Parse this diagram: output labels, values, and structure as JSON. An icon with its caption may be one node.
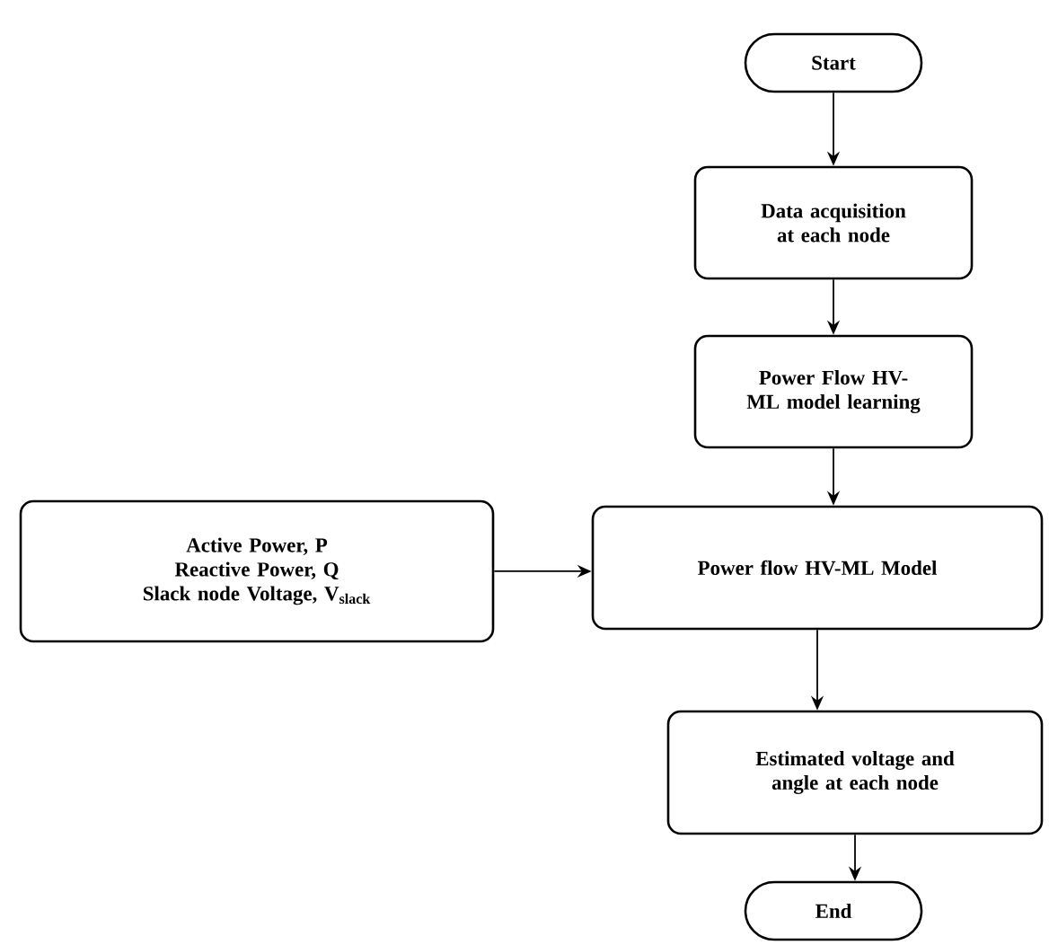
{
  "diagram": {
    "nodes": [
      {
        "text": [
          "Start"
        ]
      },
      {
        "text": [
          "Data acquisition at each node"
        ]
      },
      {
        "text": [
          "Power Flow HV-ML model learning"
        ]
      },
      {
        "text": [
          "Active Power, P",
          "Reactive Power, Q",
          "Slack node Voltage, V$_{slack}$"
        ]
      },
      {
        "text": [
          "Power flow HV-ML Model"
        ]
      },
      {
        "text": [
          "Estimated voltage and angle at each node"
        ]
      },
      {
        "text": [
          "End"
        ]
      }
    ],
    "edges": [
      {
        "from": 0,
        "to": 1,
        "arrow": "to"
      },
      {
        "from": 1,
        "to": 2,
        "arrow": "to"
      },
      {
        "from": 2,
        "to": 4,
        "arrow": "to"
      },
      {
        "from": 3,
        "to": 4,
        "arrow": "to"
      },
      {
        "from": 4,
        "to": 5,
        "arrow": "to"
      },
      {
        "from": 5,
        "to": 6,
        "arrow": "to"
      }
    ]
  }
}
